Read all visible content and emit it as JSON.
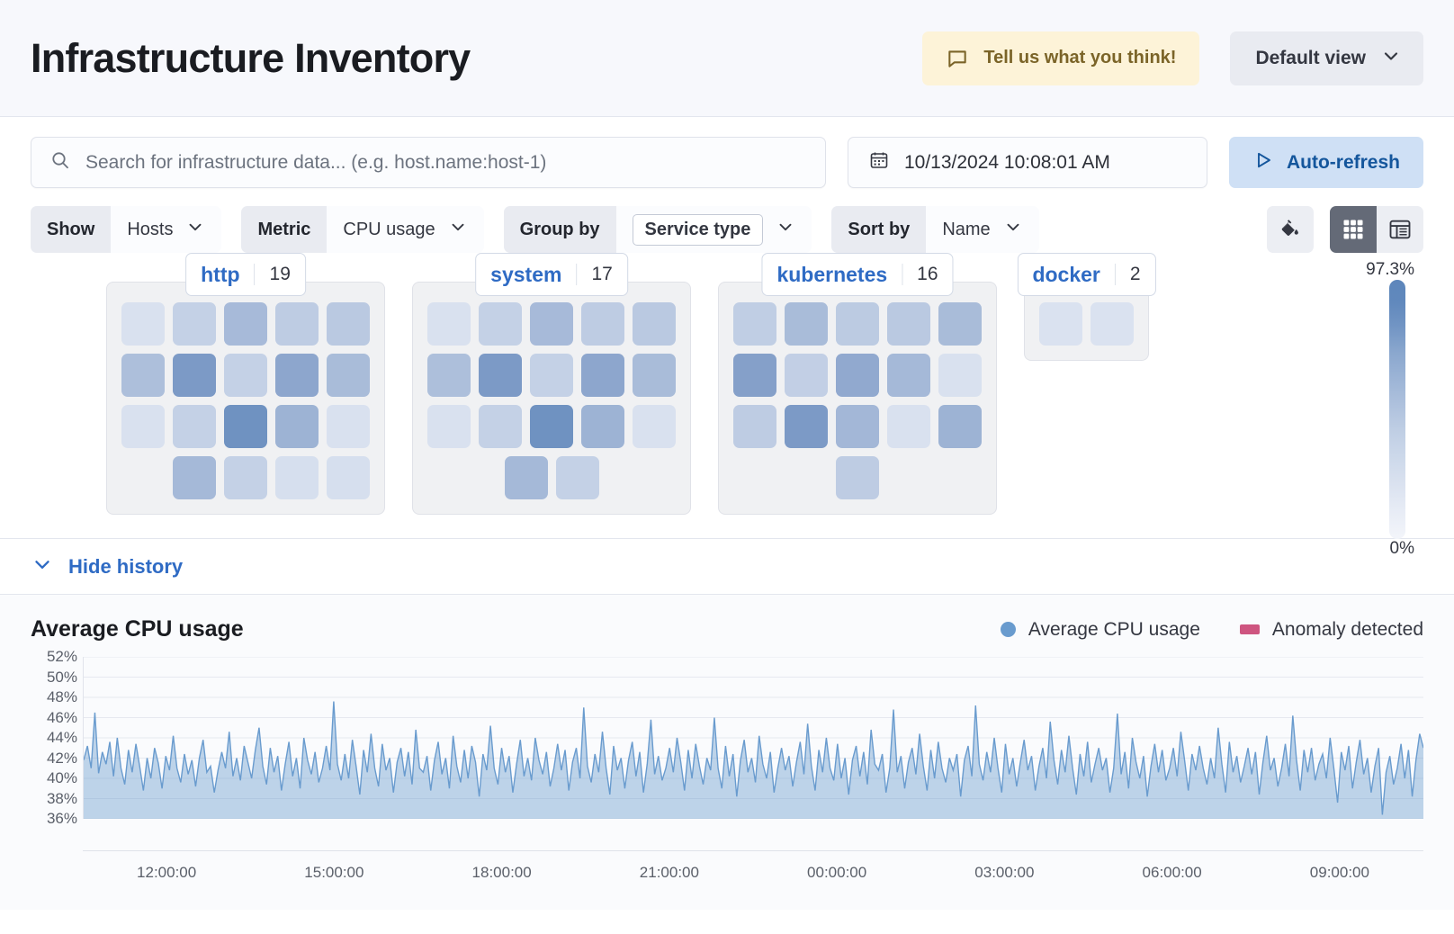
{
  "header": {
    "title": "Infrastructure Inventory",
    "feedback_label": "Tell us what you think!",
    "feedback_icon": "comment-icon",
    "view_label": "Default view",
    "view_icon": "chevron-down-icon"
  },
  "search": {
    "placeholder": "Search for infrastructure data... (e.g. host.name:host-1)",
    "value": "",
    "icon": "search-icon"
  },
  "date": {
    "value": "10/13/2024 10:08:01 AM",
    "icon": "calendar-icon"
  },
  "refresh": {
    "label": "Auto-refresh",
    "icon": "play-icon"
  },
  "controls": [
    {
      "label": "Show",
      "value": "Hosts",
      "name": "show"
    },
    {
      "label": "Metric",
      "value": "CPU usage",
      "name": "metric"
    },
    {
      "label": "Group by",
      "value": "Service type",
      "name": "group-by",
      "boxed": true
    },
    {
      "label": "Sort by",
      "value": "Name",
      "name": "sort-by"
    }
  ],
  "view_buttons": {
    "palette_icon": "paint-bucket-icon",
    "map_icon": "waffle-grid-icon",
    "table_icon": "table-icon",
    "active": "waffle-grid-icon"
  },
  "legend_scale": {
    "max": "97.3%",
    "min": "0%"
  },
  "groups": [
    {
      "name": "http",
      "count": "19",
      "rows": [
        {
          "offset": 0,
          "values": [
            0.18,
            0.3,
            0.45,
            0.33,
            0.35
          ]
        },
        {
          "offset": 0,
          "values": [
            0.42,
            0.66,
            0.3,
            0.58,
            0.44
          ]
        },
        {
          "offset": 0,
          "values": [
            0.18,
            0.3,
            0.72,
            0.5,
            0.18
          ]
        },
        {
          "offset": 1,
          "values": [
            0.46,
            0.3,
            0.2,
            0.2
          ]
        }
      ]
    },
    {
      "name": "system",
      "count": "17",
      "rows": [
        {
          "offset": 0,
          "values": [
            0.18,
            0.3,
            0.45,
            0.33,
            0.35
          ]
        },
        {
          "offset": 0,
          "values": [
            0.42,
            0.66,
            0.3,
            0.58,
            0.44
          ]
        },
        {
          "offset": 0,
          "values": [
            0.18,
            0.3,
            0.72,
            0.5,
            0.18
          ]
        },
        {
          "offset": "center",
          "values": [
            0.46,
            0.3
          ]
        }
      ]
    },
    {
      "name": "kubernetes",
      "count": "16",
      "rows": [
        {
          "offset": 0,
          "values": [
            0.32,
            0.44,
            0.34,
            0.35,
            0.44
          ]
        },
        {
          "offset": 0,
          "values": [
            0.62,
            0.31,
            0.56,
            0.46,
            0.18
          ]
        },
        {
          "offset": 0,
          "values": [
            0.33,
            0.66,
            0.47,
            0.18,
            0.5
          ]
        },
        {
          "offset": "center",
          "values": [
            0.33
          ]
        }
      ]
    },
    {
      "name": "docker",
      "count": "2",
      "rows": [
        {
          "offset": "center",
          "values": [
            0.17,
            0.17
          ]
        }
      ]
    }
  ],
  "history_toggle": {
    "label": "Hide history",
    "icon": "chevron-down-icon"
  },
  "chart_data": {
    "type": "area",
    "title": "Average CPU usage",
    "xlabel": "",
    "ylabel": "",
    "ylim": [
      36,
      52
    ],
    "grid": true,
    "legend_position": "top-right",
    "legend": [
      {
        "label": "Average CPU usage",
        "color": "#699bce",
        "marker": "dot"
      },
      {
        "label": "Anomaly detected",
        "color": "#ce5580",
        "marker": "bar"
      }
    ],
    "y_ticks": [
      "52%",
      "50%",
      "48%",
      "46%",
      "44%",
      "42%",
      "40%",
      "38%",
      "36%"
    ],
    "x_ticks": [
      "12:00:00",
      "15:00:00",
      "18:00:00",
      "21:00:00",
      "00:00:00",
      "03:00:00",
      "06:00:00",
      "09:00:00"
    ],
    "series": [
      {
        "name": "Average CPU usage",
        "color": "#699bce",
        "values": [
          41.8,
          43.2,
          41.0,
          46.5,
          40.5,
          42.6,
          41.4,
          43.6,
          40.2,
          44.0,
          41.0,
          39.4,
          42.8,
          40.6,
          43.4,
          41.2,
          38.8,
          42.0,
          40.0,
          43.0,
          41.5,
          39.0,
          42.2,
          40.8,
          44.2,
          41.0,
          39.6,
          42.4,
          40.4,
          41.8,
          39.2,
          42.0,
          43.8,
          40.6,
          41.2,
          38.6,
          40.8,
          42.6,
          41.0,
          44.6,
          40.2,
          42.0,
          39.8,
          43.2,
          41.6,
          40.0,
          42.8,
          45.0,
          41.2,
          39.4,
          43.0,
          40.6,
          42.2,
          38.8,
          41.4,
          43.6,
          40.2,
          42.0,
          39.0,
          44.0,
          41.8,
          40.4,
          42.6,
          39.6,
          41.0,
          43.2,
          40.8,
          47.6,
          41.4,
          39.8,
          42.4,
          40.0,
          43.8,
          41.2,
          38.4,
          42.8,
          40.6,
          44.4,
          41.0,
          39.2,
          43.4,
          40.8,
          42.0,
          38.6,
          41.6,
          43.0,
          40.2,
          42.6,
          39.4,
          44.8,
          41.0,
          40.6,
          42.2,
          38.8,
          41.8,
          43.6,
          40.4,
          42.0,
          39.0,
          44.2,
          41.2,
          39.6,
          42.8,
          40.0,
          43.2,
          41.6,
          38.2,
          42.4,
          40.8,
          45.2,
          41.0,
          39.4,
          43.0,
          40.6,
          42.2,
          38.6,
          41.4,
          43.8,
          40.2,
          42.0,
          39.8,
          44.0,
          41.8,
          40.4,
          42.6,
          39.2,
          41.0,
          43.4,
          40.8,
          42.8,
          38.8,
          41.6,
          43.0,
          40.0,
          47.0,
          41.2,
          39.6,
          42.4,
          40.6,
          44.6,
          41.0,
          38.4,
          43.2,
          40.8,
          42.0,
          39.0,
          41.8,
          43.6,
          40.2,
          42.6,
          38.6,
          41.4,
          45.8,
          40.4,
          42.2,
          39.8,
          41.0,
          43.0,
          40.6,
          44.0,
          41.6,
          38.8,
          42.8,
          40.0,
          43.4,
          41.2,
          39.4,
          42.0,
          40.8,
          46.0,
          41.0,
          39.0,
          43.2,
          40.2,
          42.4,
          38.2,
          41.8,
          43.8,
          40.6,
          42.0,
          39.6,
          44.2,
          41.4,
          40.0,
          42.6,
          38.6,
          41.0,
          43.0,
          40.8,
          42.2,
          39.2,
          41.6,
          43.6,
          40.4,
          45.4,
          41.2,
          38.8,
          42.8,
          40.6,
          44.0,
          41.0,
          39.8,
          43.4,
          40.0,
          42.0,
          38.4,
          41.8,
          43.2,
          40.2,
          42.6,
          39.4,
          44.8,
          41.4,
          40.8,
          42.4,
          38.6,
          41.0,
          46.8,
          40.6,
          42.2,
          39.0,
          41.6,
          43.0,
          40.4,
          44.4,
          41.2,
          38.8,
          42.8,
          40.0,
          43.6,
          41.0,
          39.6,
          42.0,
          40.8,
          42.4,
          38.2,
          41.8,
          43.2,
          40.2,
          47.2,
          41.4,
          39.8,
          42.6,
          40.6,
          44.0,
          41.0,
          38.6,
          43.4,
          40.4,
          42.0,
          39.2,
          41.6,
          43.8,
          40.8,
          42.2,
          38.8,
          41.2,
          43.0,
          40.0,
          45.6,
          41.8,
          39.4,
          42.8,
          40.6,
          44.2,
          41.0,
          38.4,
          42.4,
          40.2,
          43.6,
          39.6,
          41.4,
          43.0,
          40.8,
          42.0,
          38.6,
          41.0,
          46.4,
          40.4,
          42.6,
          39.0,
          44.0,
          41.6,
          40.0,
          42.2,
          38.2,
          41.2,
          43.4,
          40.6,
          42.8,
          39.8,
          41.0,
          43.0,
          40.2,
          44.6,
          41.8,
          38.8,
          42.4,
          40.8,
          43.2,
          41.0,
          39.4,
          42.0,
          40.0,
          45.0,
          41.4,
          38.6,
          43.6,
          40.6,
          42.2,
          39.6,
          41.2,
          43.0,
          40.4,
          42.6,
          38.4,
          41.6,
          44.2,
          40.8,
          42.0,
          39.2,
          41.0,
          43.4,
          40.2,
          46.2,
          41.8,
          38.8,
          42.8,
          40.6,
          43.0,
          39.8,
          41.4,
          42.4,
          40.0,
          44.0,
          41.0,
          37.6,
          42.6,
          40.8,
          43.2,
          39.0,
          41.6,
          43.8,
          40.4,
          42.0,
          38.6,
          41.2,
          43.0,
          36.4,
          40.6,
          42.2,
          39.4,
          41.0,
          43.4,
          40.0,
          42.8,
          38.2,
          41.8,
          44.4,
          43.0
        ]
      }
    ]
  }
}
